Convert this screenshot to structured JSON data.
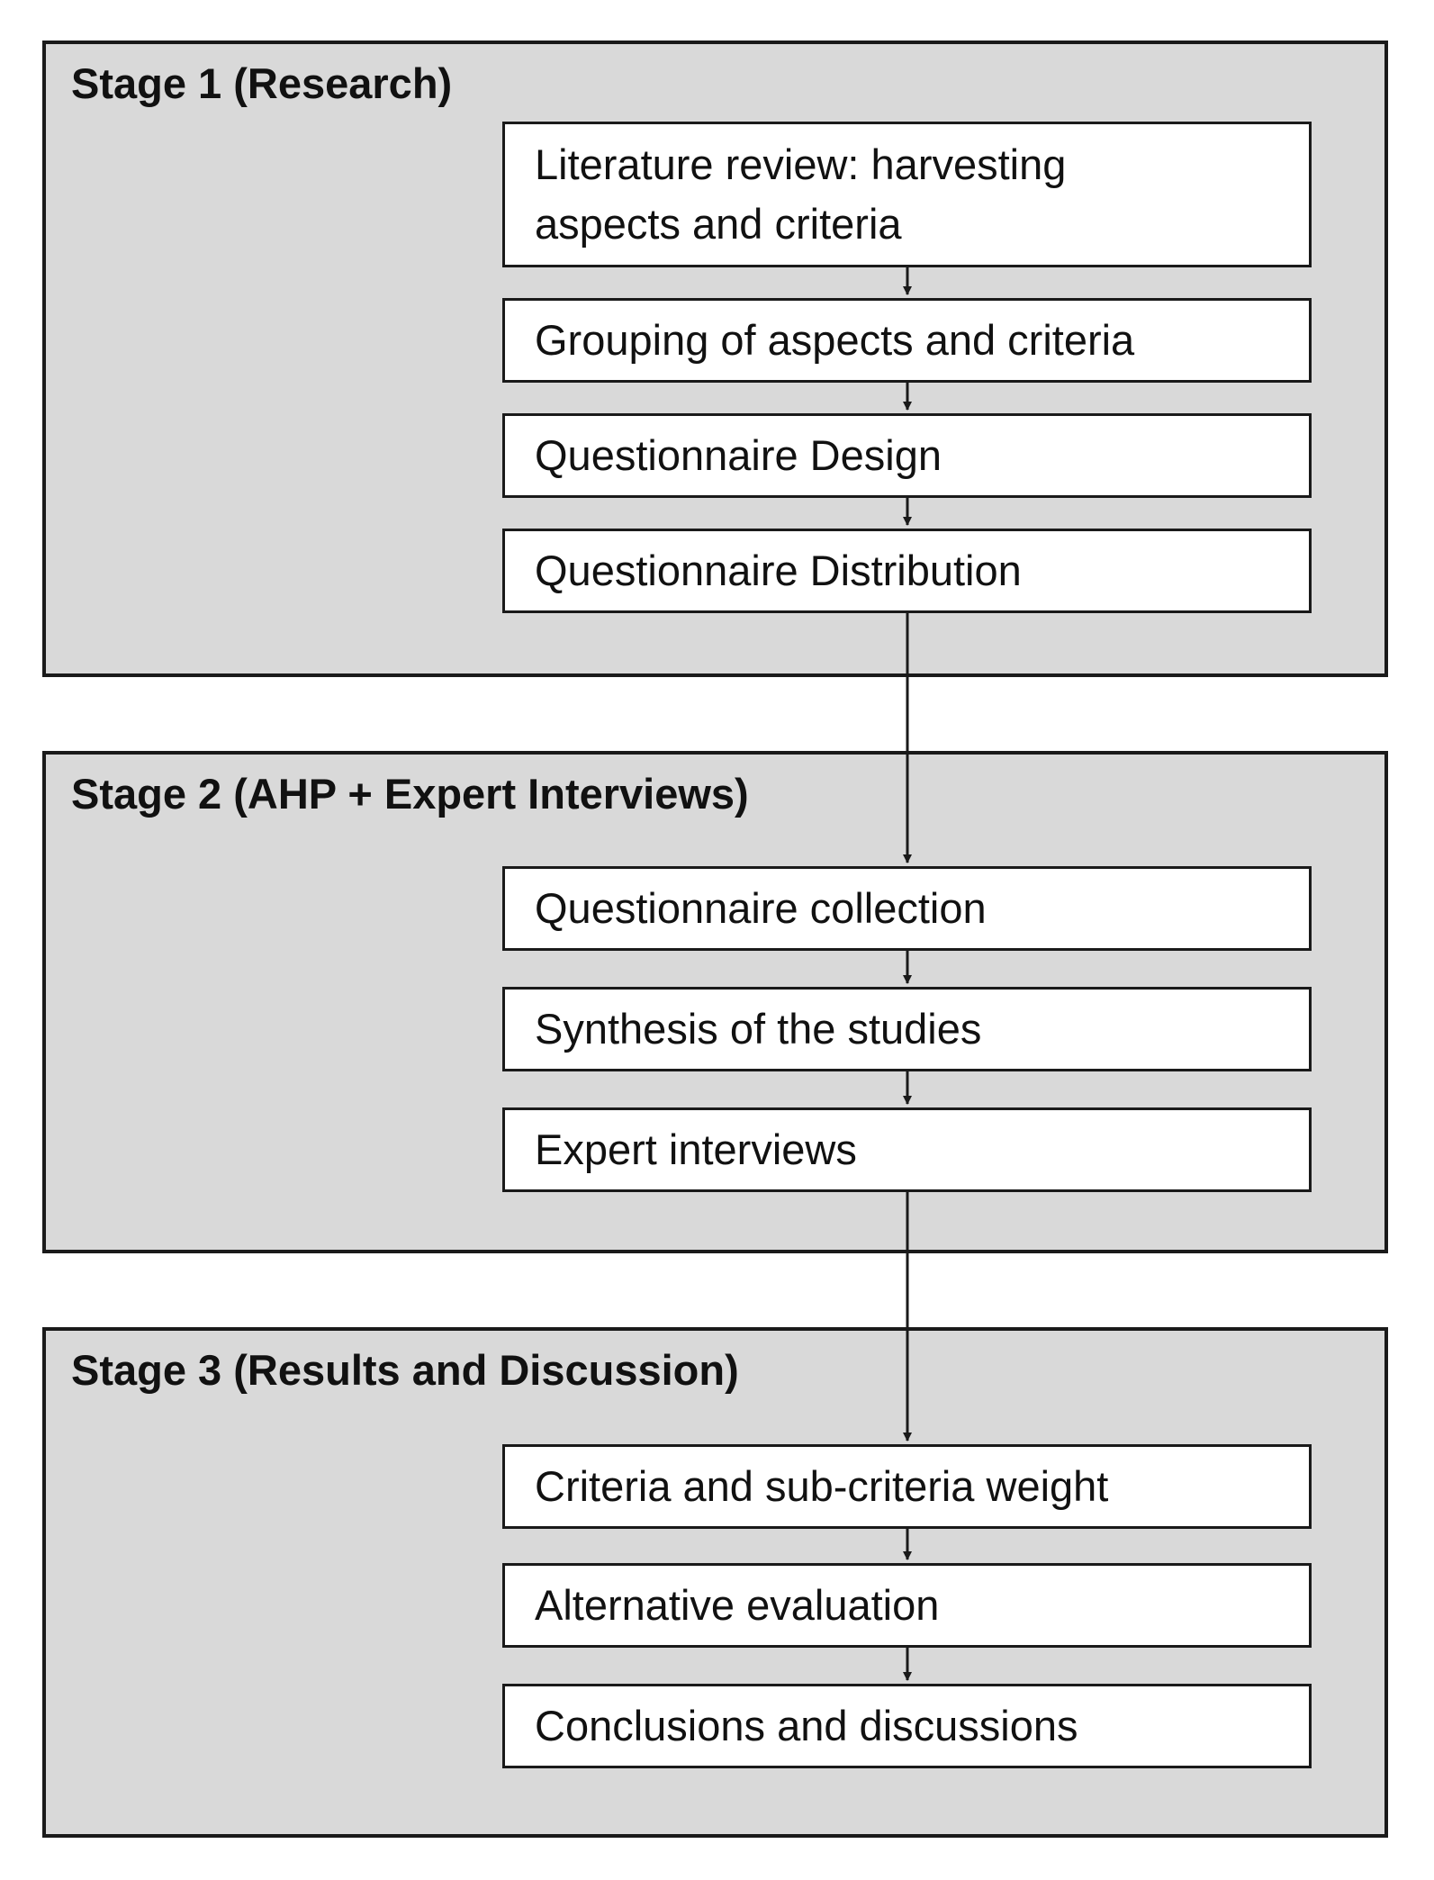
{
  "stages": [
    {
      "title": "Stage 1 (Research)",
      "steps": [
        {
          "label": "Literature review: harvesting\naspects and criteria"
        },
        {
          "label": "Grouping of aspects and criteria"
        },
        {
          "label": "Questionnaire Design"
        },
        {
          "label": "Questionnaire Distribution"
        }
      ]
    },
    {
      "title": "Stage 2 (AHP + Expert Interviews)",
      "steps": [
        {
          "label": "Questionnaire collection"
        },
        {
          "label": "Synthesis of the studies"
        },
        {
          "label": "Expert interviews"
        }
      ]
    },
    {
      "title": "Stage 3 (Results and Discussion)",
      "steps": [
        {
          "label": "Criteria and sub-criteria weight"
        },
        {
          "label": "Alternative evaluation"
        },
        {
          "label": "Conclusions and discussions"
        }
      ]
    }
  ],
  "colors": {
    "stage_fill": "#d9d9d9",
    "step_fill": "#ffffff",
    "line": "#1a1a1a"
  }
}
